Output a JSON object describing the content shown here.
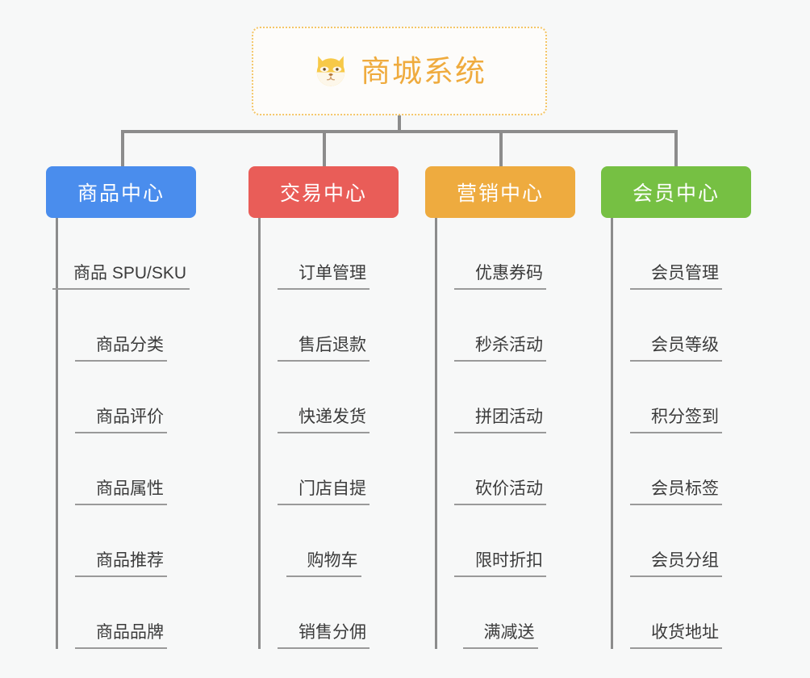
{
  "diagram": {
    "type": "org-chart",
    "background_color": "#f7f8f8",
    "root": {
      "title": "商城系统",
      "icon": "dog-face-icon",
      "border_color": "#f4c668",
      "text_color": "#efab3e"
    },
    "branches": [
      {
        "title": "商品中心",
        "color": "#4a8ded",
        "items": [
          "商品 SPU/SKU",
          "商品分类",
          "商品评价",
          "商品属性",
          "商品推荐",
          "商品品牌"
        ]
      },
      {
        "title": "交易中心",
        "color": "#e95d58",
        "items": [
          "订单管理",
          "售后退款",
          "快递发货",
          "门店自提",
          "购物车",
          "销售分佣"
        ]
      },
      {
        "title": "营销中心",
        "color": "#eeab3f",
        "items": [
          "优惠券码",
          "秒杀活动",
          "拼团活动",
          "砍价活动",
          "限时折扣",
          "满减送"
        ]
      },
      {
        "title": "会员中心",
        "color": "#76c043",
        "items": [
          "会员管理",
          "会员等级",
          "积分签到",
          "会员标签",
          "会员分组",
          "收货地址"
        ]
      }
    ]
  }
}
